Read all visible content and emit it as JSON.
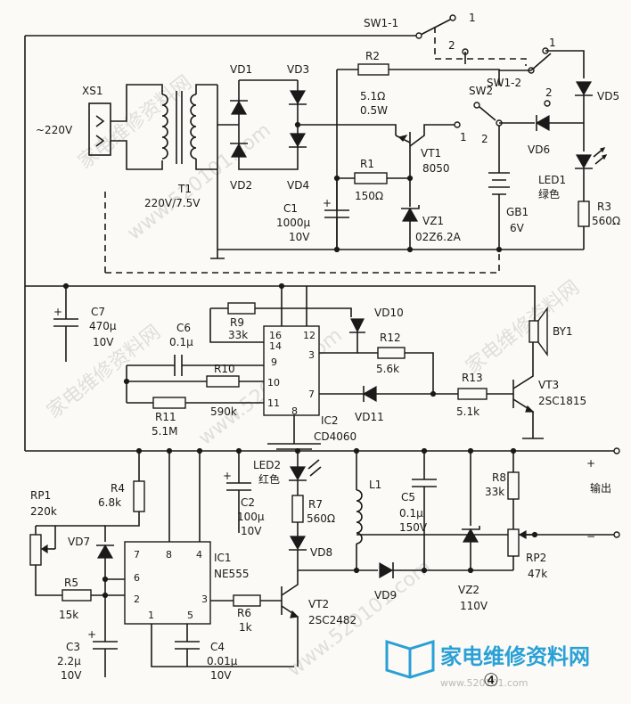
{
  "labels": {
    "sw1_1": "SW1-1",
    "sw1_1_pos1": "1",
    "sw1_1_pos2": "2",
    "sw1_2": "SW1-2",
    "sw1_2_pos1": "1",
    "sw1_2_pos2": "2",
    "sw2": "SW2",
    "sw2_pos1": "1",
    "sw2_pos2": "2",
    "xs1": "XS1",
    "mains": "~220V",
    "t1": "T1",
    "t1_val": "220V/7.5V",
    "vd1": "VD1",
    "vd2": "VD2",
    "vd3": "VD3",
    "vd4": "VD4",
    "r2": "R2",
    "r2_val1": "5.1Ω",
    "r2_val2": "0.5W",
    "vt1": "VT1",
    "vt1_val": "8050",
    "r1": "R1",
    "r1_val": "150Ω",
    "c1": "C1",
    "c1_val1": "1000µ",
    "c1_val2": "10V",
    "vz1": "VZ1",
    "vz1_val": "02Z6.2A",
    "gb1": "GB1",
    "gb1_val": "6V",
    "vd5": "VD5",
    "vd6": "VD6",
    "led1": "LED1",
    "led1_color": "绿色",
    "r3": "R3",
    "r3_val": "560Ω",
    "c7": "C7",
    "c7_val1": "470µ",
    "c7_val2": "10V",
    "c6": "C6",
    "c6_val": "0.1µ",
    "r9": "R9",
    "r9_val": "33k",
    "vd10": "VD10",
    "r12": "R12",
    "r12_val": "5.6k",
    "r10": "R10",
    "r10_val": "590k",
    "r11": "R11",
    "r11_val": "5.1M",
    "vd11": "VD11",
    "ic2": "IC2",
    "ic2_val": "CD4060",
    "r13": "R13",
    "r13_val": "5.1k",
    "vt3": "VT3",
    "vt3_val": "2SC1815",
    "by1": "BY1",
    "pin16": "16",
    "pin12": "12",
    "pin14": "14",
    "pin3": "3",
    "pin9": "9",
    "pin10": "10",
    "pin11": "11",
    "pin7": "7",
    "pin8": "8",
    "rp1": "RP1",
    "rp1_val": "220k",
    "r4": "R4",
    "r4_val": "6.8k",
    "vd7": "VD7",
    "r5": "R5",
    "r5_val": "15k",
    "c3": "C3",
    "c3_val1": "2.2µ",
    "c3_val2": "10V",
    "ic1": "IC1",
    "ic1_val": "NE555",
    "p7": "7",
    "p8": "8",
    "p4": "4",
    "p6": "6",
    "p2": "2",
    "p3": "3",
    "p1": "1",
    "p5": "5",
    "c4": "C4",
    "c4_val1": "0.01µ",
    "c4_val2": "10V",
    "c2": "C2",
    "c2_val1": "100µ",
    "c2_val2": "10V",
    "led2": "LED2",
    "led2_color": "红色",
    "r7": "R7",
    "r7_val": "560Ω",
    "vd8": "VD8",
    "r6": "R6",
    "r6_val": "1k",
    "vt2": "VT2",
    "vt2_val": "2SC2482",
    "l1": "L1",
    "c5": "C5",
    "c5_val1": "0.1µ",
    "c5_val2": "150V",
    "vd9": "VD9",
    "vz2": "VZ2",
    "vz2_val": "110V",
    "r8": "R8",
    "r8_val": "33k",
    "rp2": "RP2",
    "rp2_val": "47k",
    "plus": "+",
    "minus": "−",
    "output": "输出",
    "fig_no": "④",
    "brand": "家电维修资料网",
    "brand_url": "www.520101.com"
  },
  "watermarks": [
    "家电维修资料网",
    "www.520101.com",
    "家电维修资料网",
    "www.520101.com",
    "家电维修资料网",
    "www.520101.com"
  ]
}
